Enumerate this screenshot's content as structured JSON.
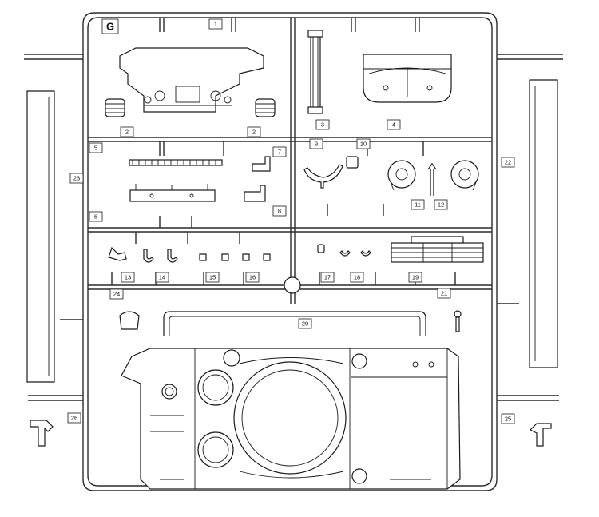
{
  "sprue": {
    "letter": "G",
    "part_numbers": [
      "1",
      "2",
      "2",
      "3",
      "4",
      "5",
      "6",
      "7",
      "8",
      "9",
      "10",
      "11",
      "12",
      "13",
      "14",
      "15",
      "16",
      "17",
      "18",
      "19",
      "20",
      "21",
      "22",
      "23",
      "24",
      "25",
      "26"
    ]
  }
}
